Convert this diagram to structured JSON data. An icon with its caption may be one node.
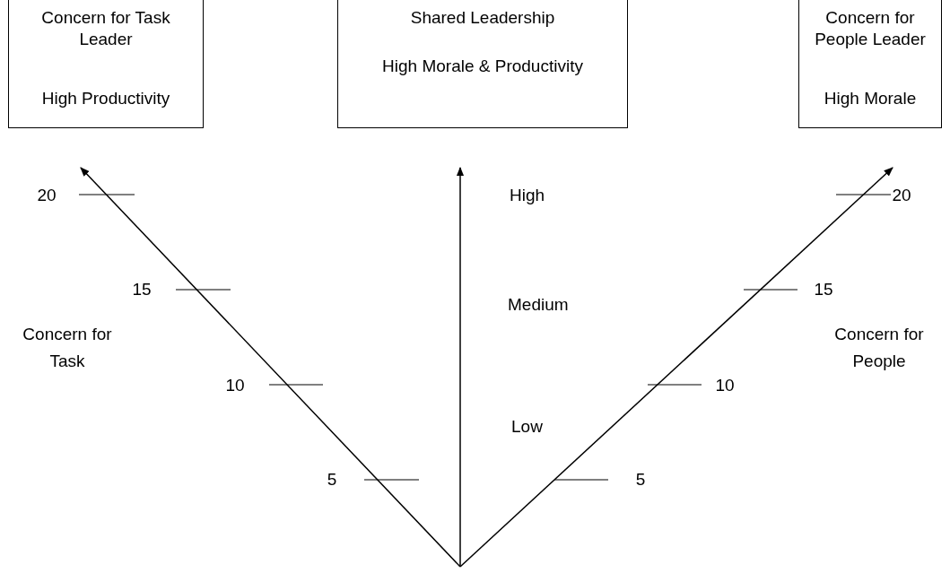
{
  "diagram": {
    "nodes": [
      {
        "text": [
          "Concern for Task Leader",
          "High Productivity"
        ]
      },
      {
        "text": [
          "Shared Leadership",
          "High Morale & Productivity"
        ]
      },
      {
        "text": [
          "Concern for People Leader",
          "High Morale"
        ]
      }
    ],
    "labels": [
      "20",
      "High",
      "20",
      "15",
      "15",
      "Medium",
      "Concern for Task",
      "Concern for People",
      "10",
      "10",
      "Low",
      "5",
      "5"
    ]
  }
}
